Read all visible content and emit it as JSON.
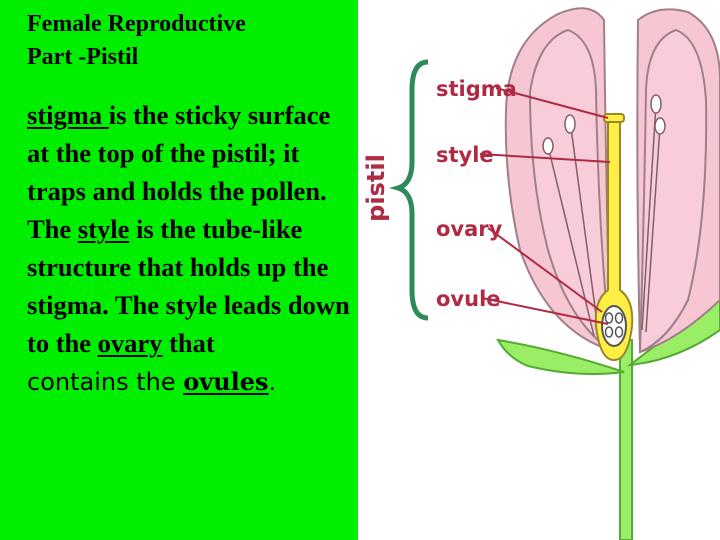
{
  "title": {
    "line1": "Female Reproductive",
    "line2": "Part -Pistil"
  },
  "body": {
    "stigma_term": "stigma ",
    "text1": "is the sticky surface at the top of the pistil; it traps and holds the pollen. The ",
    "style_term": "style",
    "text2": " is the tube-like structure that holds up the stigma. The style leads down to the ",
    "ovary_term": "ovary",
    "text3": " that",
    "tail_text": "contains the ",
    "ovules_term": "ovules",
    "tail_end": "."
  },
  "diagram": {
    "group_label": "pistil",
    "labels": {
      "stigma": "stigma",
      "style": "style",
      "ovary": "ovary",
      "ovule": "ovule"
    }
  },
  "colors": {
    "panel_green": "#00ee00",
    "label_red": "#b02a44",
    "petal_pink": "#f6c6d2",
    "pistil_yellow": "#ffee44",
    "stem_green": "#99ee66"
  }
}
